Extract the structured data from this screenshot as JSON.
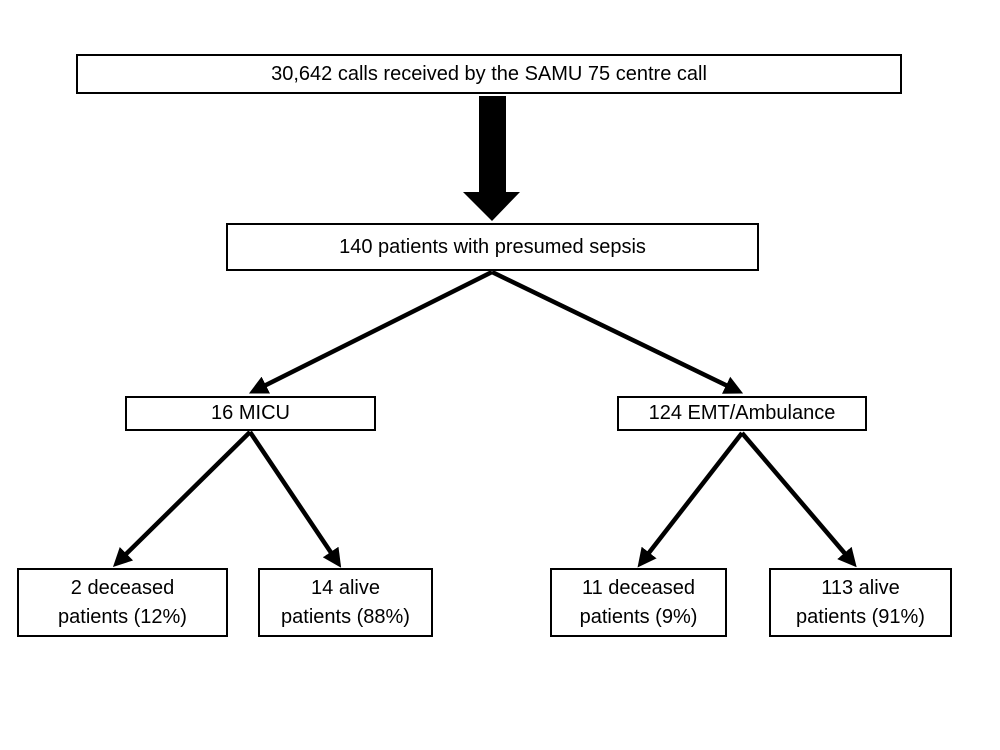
{
  "theme": {
    "background": "#ffffff",
    "box_border": "#000000",
    "text": "#000000",
    "arrow": "#000000"
  },
  "flowchart": {
    "nodes": {
      "calls": {
        "lines": [
          "30,642 calls received by the SAMU 75 centre call"
        ]
      },
      "sepsis": {
        "lines": [
          "140 patients with presumed sepsis"
        ]
      },
      "micu": {
        "lines": [
          "16 MICU"
        ]
      },
      "emt": {
        "lines": [
          "124 EMT/Ambulance"
        ]
      },
      "micu_deceased": {
        "lines": [
          "2 deceased",
          "patients (12%)"
        ]
      },
      "micu_alive": {
        "lines": [
          "14 alive",
          "patients (88%)"
        ]
      },
      "emt_deceased": {
        "lines": [
          "11 deceased",
          "patients (9%)"
        ]
      },
      "emt_alive": {
        "lines": [
          "113 alive",
          "patients (91%)"
        ]
      }
    },
    "edges": [
      {
        "from": "calls",
        "to": "sepsis"
      },
      {
        "from": "sepsis",
        "to": "micu"
      },
      {
        "from": "sepsis",
        "to": "emt"
      },
      {
        "from": "micu",
        "to": "micu_deceased"
      },
      {
        "from": "micu",
        "to": "micu_alive"
      },
      {
        "from": "emt",
        "to": "emt_deceased"
      },
      {
        "from": "emt",
        "to": "emt_alive"
      }
    ]
  }
}
